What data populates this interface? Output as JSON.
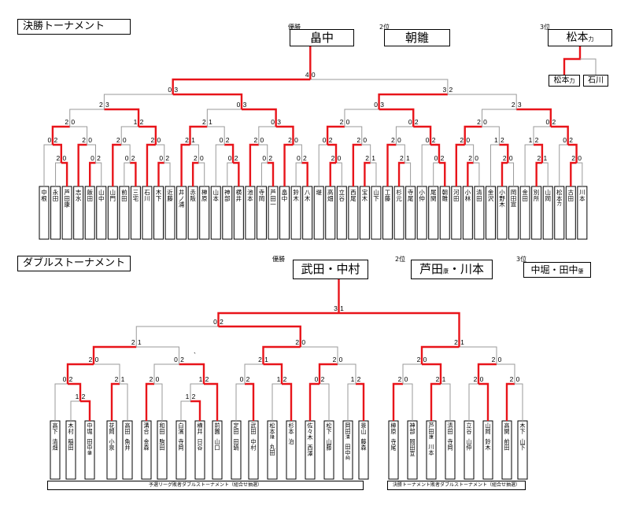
{
  "singles": {
    "title": "決勝トーナメント",
    "rank1": "優勝",
    "champion": "畠中",
    "rank2": "2位",
    "runner_up": "朝雛",
    "rank3": "3位",
    "third_main": "松本",
    "third_sub": "力",
    "third_final": {
      "left_main": "松本",
      "left_sub": "力",
      "right": "石川"
    },
    "players": [
      "中根",
      "永田",
      "芦田康",
      "志水",
      "飯田",
      "山中",
      "山門",
      "前田",
      "三宅",
      "石川",
      "木下",
      "近藤",
      "井ノ浦",
      "赤阪",
      "榊原",
      "山本",
      "神部",
      "横井",
      "池本",
      "寺岡",
      "芦田一",
      "畠中",
      "鈴木",
      "八木",
      "堤",
      "高畑",
      "立谷",
      "西尾",
      "宝木",
      "山下",
      "工藤",
      "杉元",
      "寺尾",
      "小仲",
      "尾関",
      "朝雛",
      "河田",
      "小林",
      "清田",
      "金沢",
      "小野木",
      "岡田宣",
      "金田",
      "別所",
      "山岡",
      "松本力",
      "古田",
      "川本"
    ],
    "scores": {
      "final": [
        "4",
        "0"
      ],
      "sf": [
        [
          "0",
          "3"
        ],
        [
          "3",
          "2"
        ]
      ],
      "qf": [
        [
          "2",
          "3"
        ],
        [
          "0",
          "3"
        ],
        [
          "0",
          "3"
        ],
        [
          "2",
          "3"
        ]
      ],
      "r16": [
        [
          "2",
          "0"
        ],
        [
          "1",
          "2"
        ],
        [
          "2",
          "1"
        ],
        [
          "0",
          "3"
        ],
        [
          "2",
          "0"
        ],
        [
          "0",
          "2"
        ],
        [
          "2",
          "0"
        ],
        [
          "0",
          "2"
        ]
      ],
      "r32": [
        [
          "0",
          "2"
        ],
        [
          "2",
          "0"
        ],
        [
          "2",
          "0"
        ],
        [
          "2",
          "0"
        ],
        [
          "2",
          "1"
        ],
        [
          "0",
          "2"
        ],
        [
          "2",
          "0"
        ],
        [
          "2",
          "0"
        ],
        [
          "0",
          "2"
        ],
        [
          "2",
          "0"
        ],
        [
          "2",
          "0"
        ],
        [
          "0",
          "2"
        ],
        [
          "2",
          "0"
        ],
        [
          "1",
          "2"
        ],
        [
          "1",
          "2"
        ],
        [
          "0",
          "2"
        ]
      ],
      "r64": [
        [
          "2",
          "0"
        ],
        [
          "0",
          "2"
        ],
        [
          "0",
          "2"
        ],
        [
          "0",
          "2"
        ],
        [
          "2",
          "0"
        ],
        [
          "0",
          "2"
        ],
        [
          "0",
          "2"
        ],
        [
          "0",
          "2"
        ],
        [
          "2",
          "0"
        ],
        [
          "2",
          "1"
        ],
        [
          "2",
          "1"
        ],
        [
          "0",
          "2"
        ],
        [
          "2",
          "0"
        ],
        [
          "2",
          "0"
        ],
        [
          "2",
          "1"
        ],
        [
          "2",
          "0"
        ]
      ]
    }
  },
  "doubles": {
    "title": "ダブルストーナメント",
    "rank1": "優勝",
    "champion": "武田・中村",
    "rank2": "2位",
    "runner_up_main": "芦田",
    "runner_up_sub": "康",
    "runner_up_rest": "・川本",
    "rank3": "3位",
    "third_main": "中堀・田中",
    "third_sub": "肇",
    "teams": [
      "高下・清畑",
      "木村・稲田",
      "中堀・田中肇",
      "花岡・小泉",
      "高田・魚井",
      "溝合・金森",
      "和田・駒田",
      "白濱・寺岡",
      "横井・日谷",
      "前園・山口",
      "定田・田鍋",
      "武田・中村",
      "松本隆・丸田",
      "杉本・泊",
      "佐々木・西澤",
      "松下・山藤",
      "岡田清・田中純",
      "景山・藤森",
      "榊原・寺尾",
      "神部・岡田宣",
      "芦田康・川本",
      "清田・寺岡",
      "立谷・山仲",
      "山岡・鈴木",
      "高関・前田",
      "木下・山下"
    ],
    "scores": {
      "final": [
        "3",
        "1"
      ],
      "sf": [
        "0",
        "2"
      ],
      "left_qf": [
        [
          "2",
          "1"
        ],
        [
          "2",
          "0"
        ]
      ],
      "right_sf": [
        "2",
        "1"
      ],
      "r16": [
        [
          "2",
          "0"
        ],
        [
          "0",
          "2"
        ],
        [
          "2",
          "1"
        ],
        [
          "2",
          "0"
        ],
        [
          "2",
          "0"
        ],
        [
          "2",
          "0"
        ]
      ],
      "r32": [
        [
          "0",
          "2"
        ],
        [
          "2",
          "1"
        ],
        [
          "2",
          "0"
        ],
        [
          "1",
          "2"
        ],
        [
          "0",
          "2"
        ],
        [
          "1",
          "2"
        ],
        [
          "0",
          "2"
        ],
        [
          "1",
          "2"
        ],
        [
          "2",
          "0"
        ],
        [
          "2",
          "1"
        ],
        [
          "2",
          "0"
        ],
        [
          "2",
          "0"
        ]
      ],
      "r64": [
        [
          "1",
          "2"
        ],
        [
          "1",
          "2"
        ]
      ],
      "stray_mark": "`"
    },
    "footnote_left": "予選リーグ敗者ダブルストーナメント（組合せ抽選）",
    "footnote_right": "決勝トーナメント敗者ダブルストーナメント（組合せ抽選）"
  }
}
